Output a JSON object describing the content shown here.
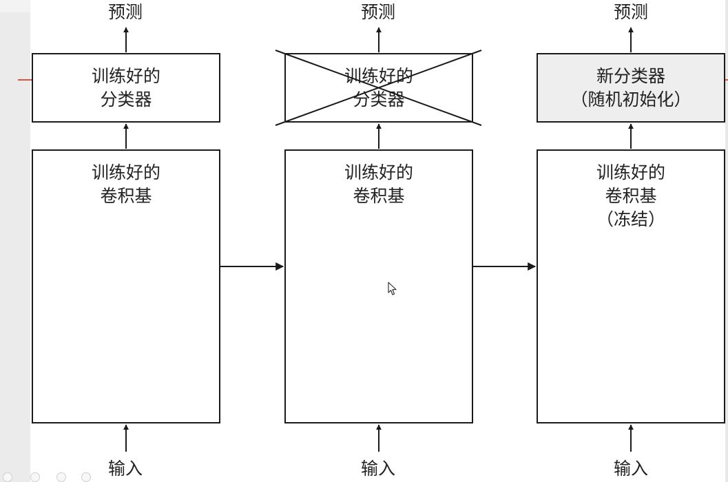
{
  "columns": [
    {
      "prediction_label": "预测",
      "classifier": {
        "line1": "训练好的",
        "line2": "分类器"
      },
      "conv_base": {
        "line1": "训练好的",
        "line2": "卷积基",
        "line3": ""
      },
      "input_label": "输入"
    },
    {
      "prediction_label": "预测",
      "classifier": {
        "line1": "训练好的",
        "line2": "分类器"
      },
      "conv_base": {
        "line1": "训练好的",
        "line2": "卷积基",
        "line3": ""
      },
      "input_label": "输入"
    },
    {
      "prediction_label": "预测",
      "classifier": {
        "line1": "新分类器",
        "line2": "（随机初始化）"
      },
      "conv_base": {
        "line1": "训练好的",
        "line2": "卷积基",
        "line3": "（冻结）"
      },
      "input_label": "输入"
    }
  ],
  "colors": {
    "stroke": "#1a1a1a",
    "new_classifier_fill": "#eeeeee",
    "accent_red": "#d9533f"
  },
  "icons": [
    "mouse-cursor-icon",
    "crossed-out-mark"
  ]
}
